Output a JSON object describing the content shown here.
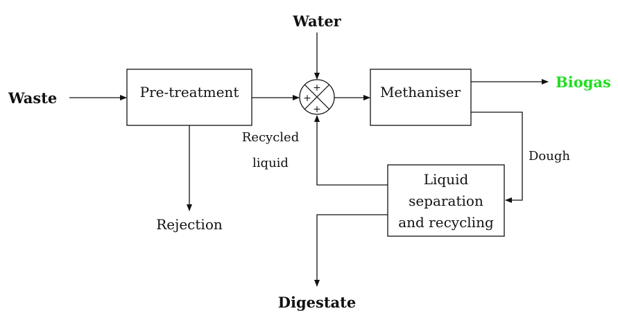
{
  "inputs": {
    "waste": "Waste",
    "water": "Water"
  },
  "outputs": {
    "biogas": "Biogas",
    "rejection": "Rejection",
    "digestate": "Digestate"
  },
  "blocks": {
    "pretreatment": "Pre-treatment",
    "methaniser": "Methaniser",
    "separation": [
      "Liquid",
      "separation",
      "and recycling"
    ]
  },
  "mixer": {
    "signs": [
      "+",
      "+",
      "+"
    ]
  },
  "flows": {
    "recycled": [
      "Recycled",
      "liquid"
    ],
    "dough": "Dough"
  },
  "colors": {
    "line": "#111111",
    "biogas": "#22dd22"
  }
}
